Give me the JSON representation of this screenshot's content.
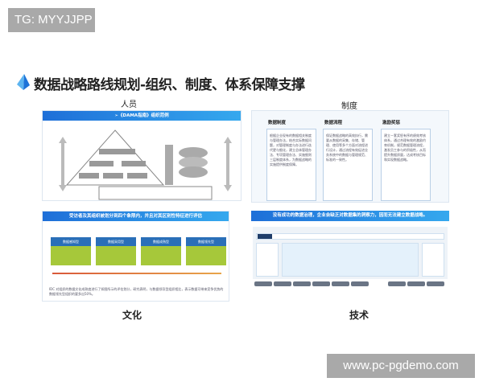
{
  "badges": {
    "tg": "TG: MYYJJPP",
    "watermark": "www.pc-pgdemo.com"
  },
  "title": "数据战略路线规划-组织、制度、体系保障支撑",
  "labels": {
    "people": "人员",
    "system": "制度",
    "culture": "文化",
    "tech": "技术"
  },
  "people": {
    "header": "➢《DAMA指南》组织范例"
  },
  "system": {
    "columns": [
      {
        "title": "数据制度",
        "text": "根据企业现有的数据相关制度与管理办法，结合实际数据问题，对管理制度与办法进行迭代更与细化，建立总体管理办法、专项管理办法、实施细则三层制度体系，为数据战略的实施提供制度保障。"
      },
      {
        "title": "数据流程",
        "text": "保证数据战略的高效执行，需要从数据的采集、存储、管理、使用等多个方面对流程进行设计，通过流程有效促进业务系统中的数据与管理规范、标准的一致性。"
      },
      {
        "title": "激励奖惩",
        "text": "建立一套奖惩有序的绩效考核体系，通过合理有效的激励约束机制，规范数据管理流程，激发员工参与的积极性，从而提升数据质量，达成考核目标和实现数据战略。"
      }
    ]
  },
  "culture": {
    "header": "受访者及其组织被划分到四个象限内，并且对其区别性特征进行评估",
    "quadrants": [
      "数据感知型",
      "数据采用型",
      "数据成熟型",
      "数据领先型"
    ],
    "footnote": "IDC 对组织的数据文化成熟度进行了如图所示的评估划分，研究表明，与数据领导型组织相比，表示数据可带来竞争优势的数据领先型组织的要多出50%。"
  },
  "tech": {
    "header": "没有成功的数据治理，企业会缺乏对数据集的洞察力，因而无法建立数据战略。"
  },
  "colors": {
    "accent": "#1e6fd8",
    "green": "#a6c83a"
  }
}
